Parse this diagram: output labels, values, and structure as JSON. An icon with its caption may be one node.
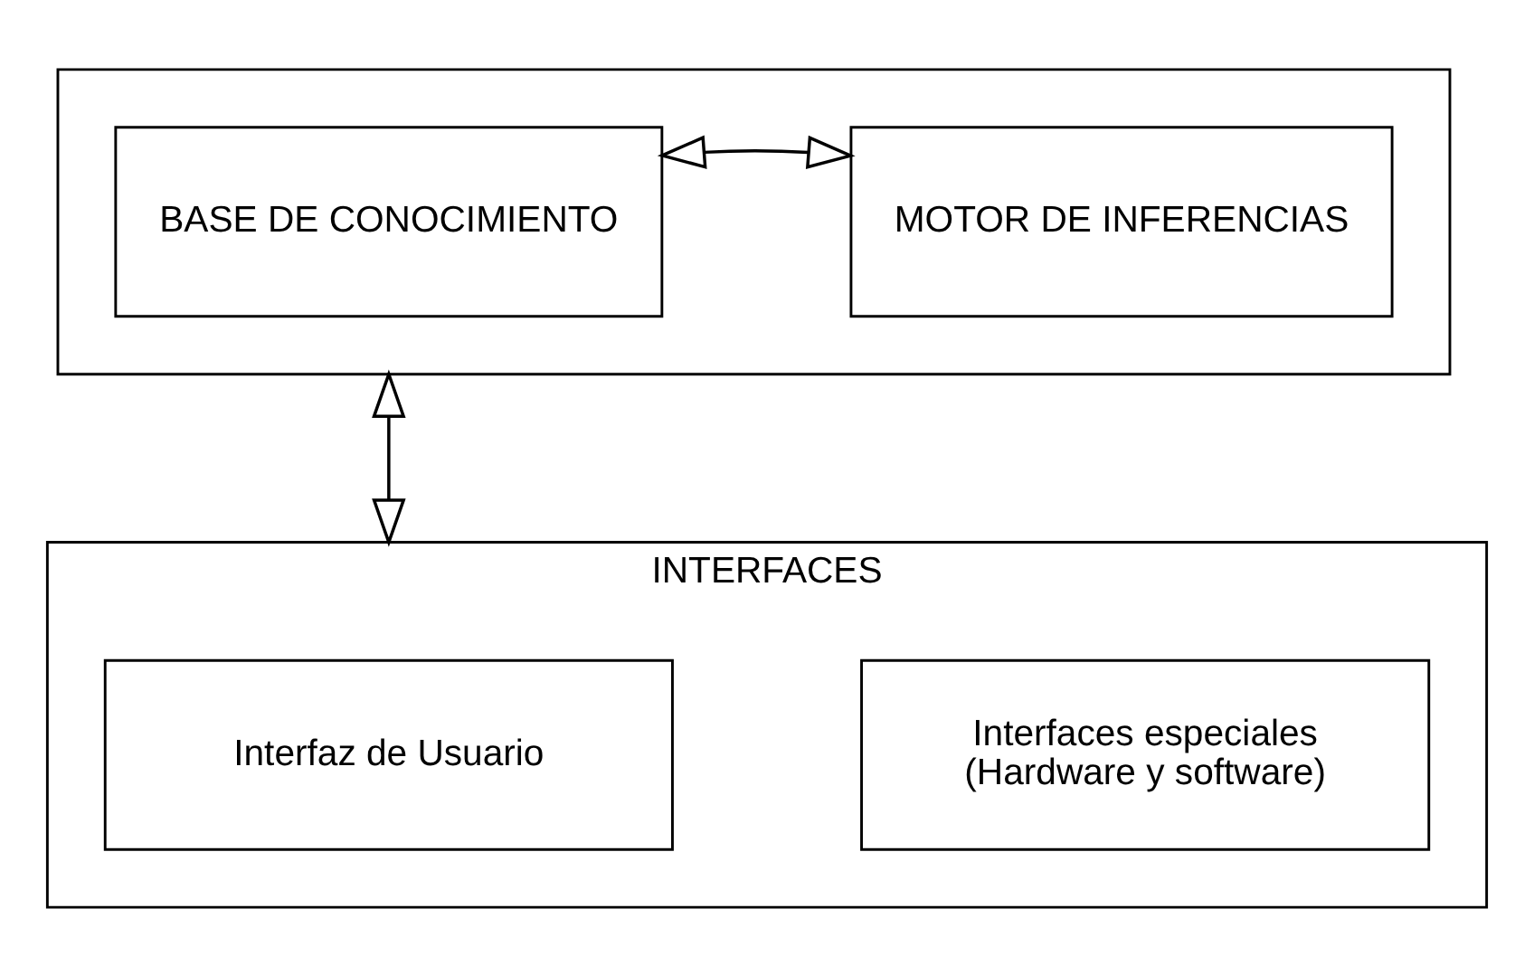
{
  "diagram": {
    "nodes": [
      {
        "text": [],
        "shape": "box"
      },
      {
        "text": [
          "BASE DE CONOCIMIENTO"
        ],
        "in": 0
      },
      {
        "text": [
          "MOTOR DE INFERENCIAS"
        ],
        "in": 0
      },
      {
        "text": [
          "INTERFACES"
        ]
      },
      {
        "text": [
          "Interfaz de Usuario"
        ],
        "in": 3
      },
      {
        "text": [
          "Interfaces especiales (Hardware y software)"
        ],
        "in": 3
      }
    ],
    "edges": [
      {
        "from": 1,
        "to": 2,
        "arrow": "both"
      },
      {
        "from": 0,
        "to": 3,
        "arrow": "both"
      }
    ]
  }
}
